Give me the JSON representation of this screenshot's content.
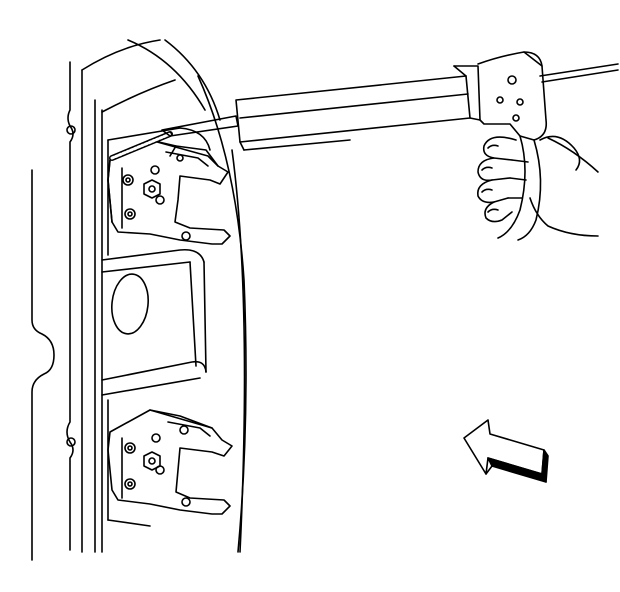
{
  "figure": {
    "kind": "line-art service illustration",
    "colors": {
      "background": "#ffffff",
      "ink": "#000000"
    }
  },
  "parts": {
    "door_panel": {
      "icon": "door-panel-outline"
    },
    "upper_hinge": {
      "icon": "door-hinge-bracket"
    },
    "lower_hinge": {
      "icon": "door-hinge-bracket"
    },
    "access_hole": {
      "icon": "oval-access-hole"
    },
    "sealer_bead": {
      "icon": "sealer-bead"
    },
    "caulking_gun": {
      "icon": "caulking-gun"
    },
    "hand": {
      "icon": "hand"
    },
    "direction_arrow": {
      "icon": "view-direction-arrow"
    }
  }
}
